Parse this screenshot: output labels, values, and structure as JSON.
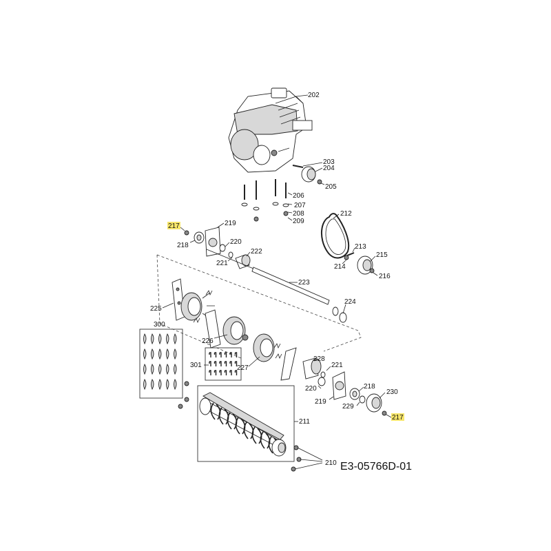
{
  "drawing_number": "E3-05766D-01",
  "highlight_color": "#f7e66b",
  "labels": {
    "202": "202",
    "203": "203",
    "204": "204",
    "205": "205",
    "206": "206",
    "207": "207",
    "208": "208",
    "209": "209",
    "210": "210",
    "211": "211",
    "212": "212",
    "213": "213",
    "214": "214",
    "215": "215",
    "216": "216",
    "217a": "217",
    "217b": "217",
    "218a": "218",
    "218b": "218",
    "219a": "219",
    "219b": "219",
    "220a": "220",
    "220b": "220",
    "221a": "221",
    "221b": "221",
    "222": "222",
    "223": "223",
    "224": "224",
    "225": "225",
    "226": "226",
    "227": "227",
    "228": "228",
    "229": "229",
    "230": "230",
    "300": "300",
    "301": "301"
  }
}
